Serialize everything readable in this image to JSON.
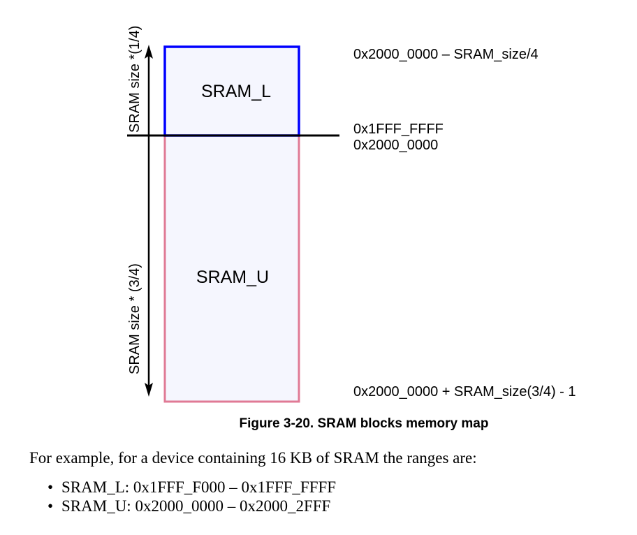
{
  "diagram": {
    "blocks": [
      {
        "id": "sram-l",
        "label": "SRAM_L",
        "border_color": "#0000ff",
        "fill_color": "#f5f6fe",
        "fraction": 0.25
      },
      {
        "id": "sram-u",
        "label": "SRAM_U",
        "border_color": "#e07a95",
        "fill_color": "#f5f6fe",
        "fraction": 0.75
      }
    ],
    "size_labels": {
      "upper": "SRAM size *(1/4)",
      "lower": "SRAM size * (3/4)"
    },
    "addresses": {
      "top": "0x2000_0000 – SRAM_size/4",
      "boundary_below": "0x1FFF_FFFF",
      "boundary_above": "0x2000_0000",
      "bottom": "0x2000_0000 + SRAM_size(3/4) - 1"
    }
  },
  "caption": "Figure 3-20. SRAM blocks memory map",
  "paragraph": "For example, for a device containing 16 KB of SRAM the ranges are:",
  "bullets": [
    {
      "bullet": "•",
      "text": "SRAM_L: 0x1FFF_F000 – 0x1FFF_FFFF"
    },
    {
      "bullet": "•",
      "text": "SRAM_U: 0x2000_0000 – 0x2000_2FFF"
    }
  ]
}
